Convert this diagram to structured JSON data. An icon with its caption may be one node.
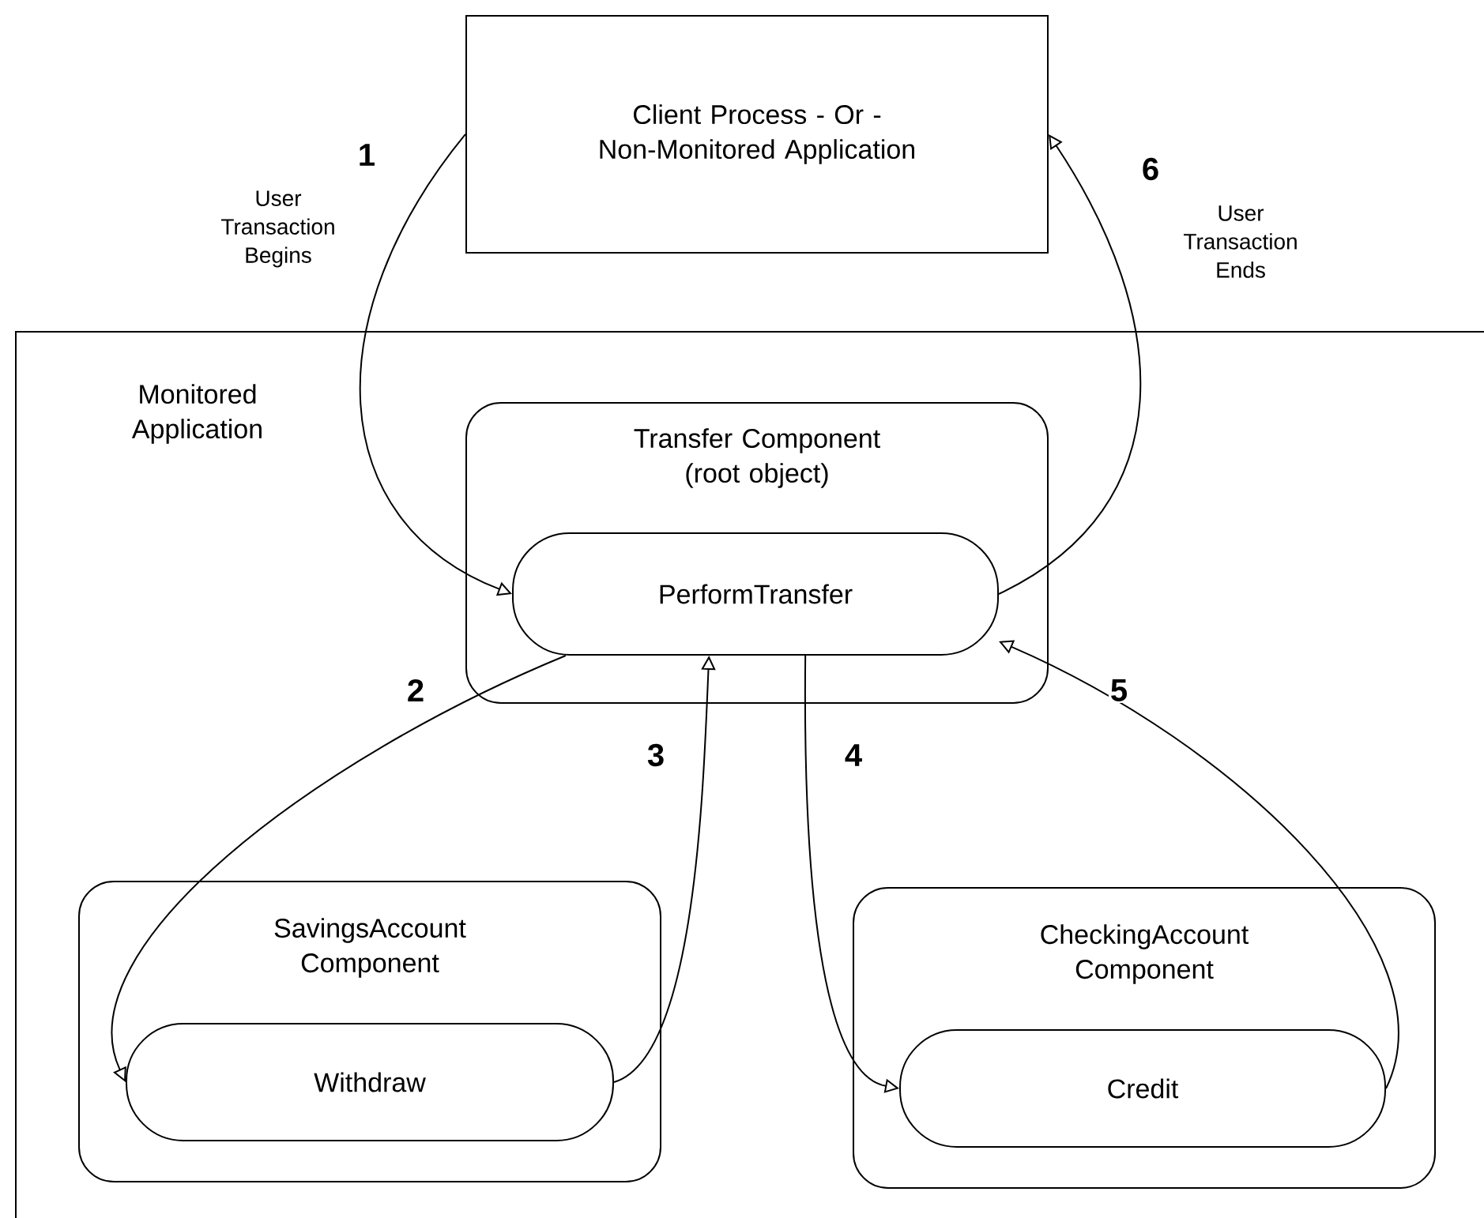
{
  "diagram": {
    "nodes": [
      {
        "text": [
          "Client Process - Or - Non-Monitored Application"
        ]
      },
      {
        "text": [
          "Monitored Application"
        ]
      },
      {
        "text": [
          "Transfer Component (root object)"
        ],
        "in": 1
      },
      {
        "text": [
          "PerformTransfer"
        ],
        "in": 2
      },
      {
        "text": [
          "SavingsAccount Component"
        ],
        "in": 1
      },
      {
        "text": [
          "Withdraw"
        ],
        "in": 4
      },
      {
        "text": [
          "CheckingAccount Component"
        ],
        "in": 1
      },
      {
        "text": [
          "Credit"
        ],
        "in": 6
      }
    ],
    "edges": [
      {
        "from": 0,
        "to": 3,
        "arrow": "to",
        "label": "1"
      },
      {
        "from": 3,
        "to": 5,
        "arrow": "to",
        "label": "2"
      },
      {
        "from": 5,
        "to": 3,
        "arrow": "to",
        "label": "3"
      },
      {
        "from": 3,
        "to": 7,
        "arrow": "to",
        "label": "4"
      },
      {
        "from": 7,
        "to": 3,
        "arrow": "to",
        "label": "5"
      },
      {
        "from": 3,
        "to": 0,
        "arrow": "to",
        "label": "6"
      }
    ],
    "labels": [
      "User Transaction Begins",
      "User Transaction Ends"
    ]
  }
}
